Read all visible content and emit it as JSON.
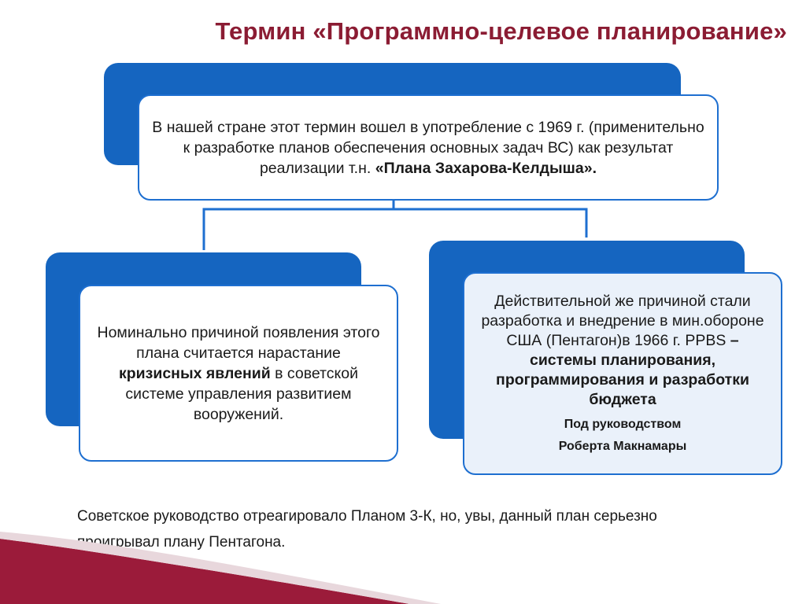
{
  "title": "Термин «Программно-целевое планирование»",
  "top_box": {
    "text_plain": "В нашей стране этот термин вошел в употребление с 1969 г. (применительно к разработке планов обеспечения основных задач ВС) как результат реализации т.н. ",
    "text_bold": "«Плана Захарова-Келдыша»."
  },
  "left_box": {
    "text_before": "Номинально причиной появления этого плана считается нарастание ",
    "text_bold": "кризисных явлений",
    "text_after": " в советской системе управления развитием вооружений."
  },
  "right_box": {
    "text_plain": "Действительной же причиной стали разработка и внедрение в мин.обороне США (Пентагон)в 1966 г. PPBS ",
    "text_bold": "– системы планирования, программирования и разработки бюджета",
    "sub1": "Под руководством",
    "sub2": "Роберта Макнамары"
  },
  "bottom_text": "Советское руководство отреагировало Планом 3-К, но, увы, данный план серьезно проигрывал плану Пентагона.",
  "colors": {
    "title": "#8b1c33",
    "accent_blue": "#1565c0",
    "box_border": "#1e6fd0",
    "deco_red": "#9b1b3a"
  }
}
